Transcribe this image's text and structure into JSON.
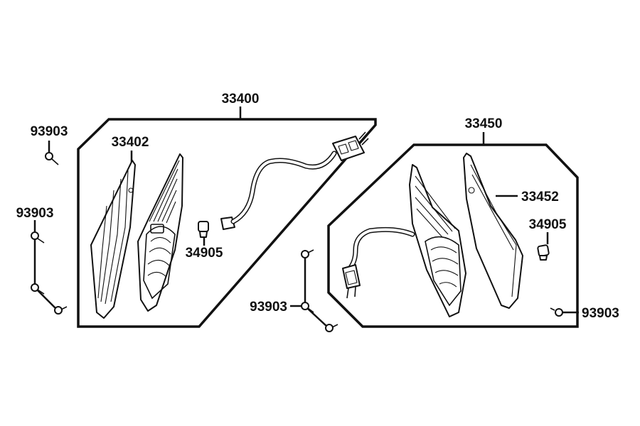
{
  "labels": {
    "assembly_left": "33400",
    "lens_left": "33402",
    "bulb_left": "34905",
    "assembly_right": "33450",
    "lens_right": "33452",
    "bulb_right": "34905",
    "screw_top_left": "93903",
    "screw_mid_left": "93903",
    "screw_center": "93903",
    "screw_right": "93903"
  }
}
